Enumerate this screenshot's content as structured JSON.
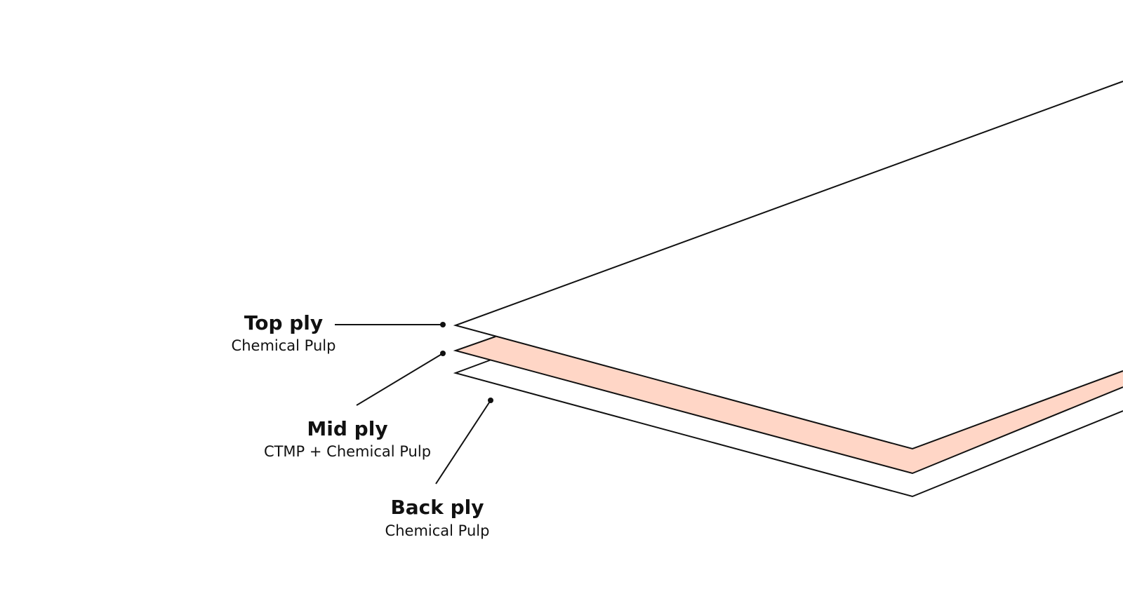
{
  "colors": {
    "line": "#111111",
    "mid_ply_fill": "#FFD6C6",
    "ply_fill": "#FFFFFF"
  },
  "plies": [
    {
      "id": "top",
      "title": "Top ply",
      "subtitle": "Chemical Pulp"
    },
    {
      "id": "mid",
      "title": "Mid ply",
      "subtitle": "CTMP + Chemical Pulp"
    },
    {
      "id": "back",
      "title": "Back ply",
      "subtitle": "Chemical Pulp"
    }
  ]
}
